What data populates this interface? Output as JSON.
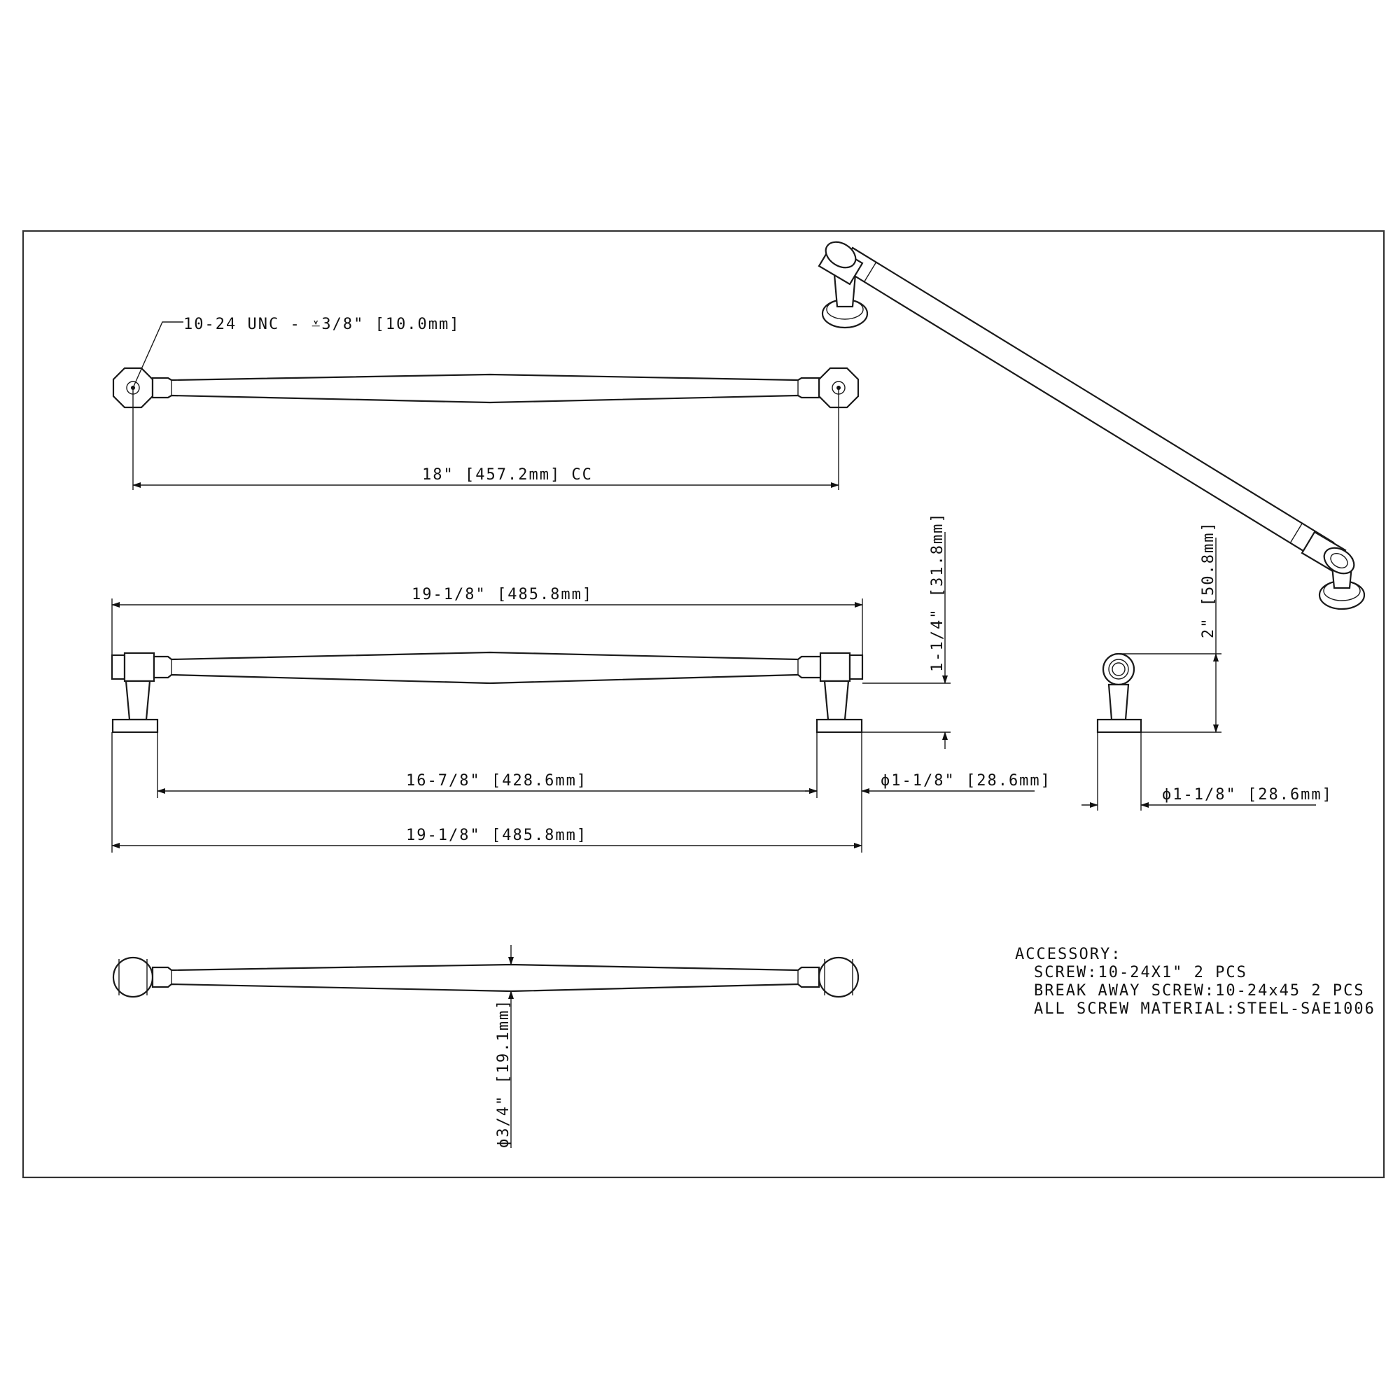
{
  "callouts": {
    "thread": "10-24 UNC - ⩡3/8\" [10.0mm]"
  },
  "dimensions": {
    "cc": "18\" [457.2mm] CC",
    "overall_top": "19-1/8\" [485.8mm]",
    "projection": "1-1/4\" [31.8mm]",
    "inner": "16-7/8\" [428.6mm]",
    "base_dia": "ϕ1-1/8\" [28.6mm]",
    "overall_bottom": "19-1/8\" [485.8mm]",
    "height": "2\" [50.8mm]",
    "side_base_dia": "ϕ1-1/8\" [28.6mm]",
    "bar_dia": "ϕ3/4\" [19.1mm]"
  },
  "accessory": {
    "heading": "ACCESSORY:",
    "lines": [
      "SCREW:10-24X1\" 2 PCS",
      "BREAK AWAY SCREW:10-24x45 2 PCS",
      "ALL SCREW MATERIAL:STEEL-SAE1006"
    ]
  }
}
